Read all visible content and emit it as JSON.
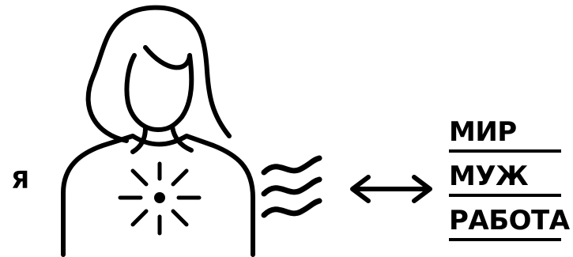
{
  "diagram": {
    "self_label": "Я",
    "words": [
      "МИР",
      "МУЖ",
      "РАБОТА"
    ]
  },
  "icons": {
    "figure": "woman-outline-icon",
    "heart_glow": "radiant-heart-icon",
    "emotion_waves": "wavy-lines-icon",
    "connection": "double-arrow-icon"
  },
  "colors": {
    "stroke": "#000000",
    "background": "#ffffff"
  }
}
